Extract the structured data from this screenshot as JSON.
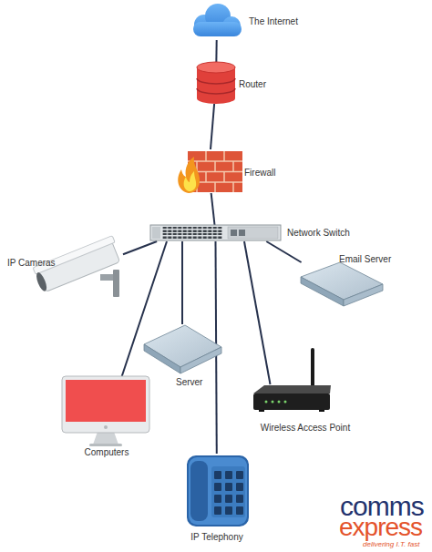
{
  "diagram": {
    "nodes": [
      {
        "text": [
          "The Internet"
        ]
      },
      {
        "text": [
          "Router"
        ]
      },
      {
        "text": [
          "Firewall"
        ]
      },
      {
        "text": [
          "Network Switch"
        ]
      },
      {
        "text": [
          "IP Cameras"
        ]
      },
      {
        "text": [
          "Email Server"
        ]
      },
      {
        "text": [
          "Server"
        ]
      },
      {
        "text": [
          "Computers"
        ]
      },
      {
        "text": [
          "Wireless Access Point"
        ]
      },
      {
        "text": [
          "IP Telephony"
        ]
      }
    ],
    "edges": [
      {
        "from": 0,
        "to": 1,
        "arrow": "none"
      },
      {
        "from": 1,
        "to": 2,
        "arrow": "none"
      },
      {
        "from": 2,
        "to": 3,
        "arrow": "none"
      },
      {
        "from": 3,
        "to": 4,
        "arrow": "none"
      },
      {
        "from": 3,
        "to": 5,
        "arrow": "none"
      },
      {
        "from": 3,
        "to": 6,
        "arrow": "none"
      },
      {
        "from": 3,
        "to": 7,
        "arrow": "none"
      },
      {
        "from": 3,
        "to": 8,
        "arrow": "none"
      },
      {
        "from": 3,
        "to": 9,
        "arrow": "none"
      }
    ],
    "labels": [
      "comms",
      "express",
      "delivering I.T. fast"
    ]
  }
}
